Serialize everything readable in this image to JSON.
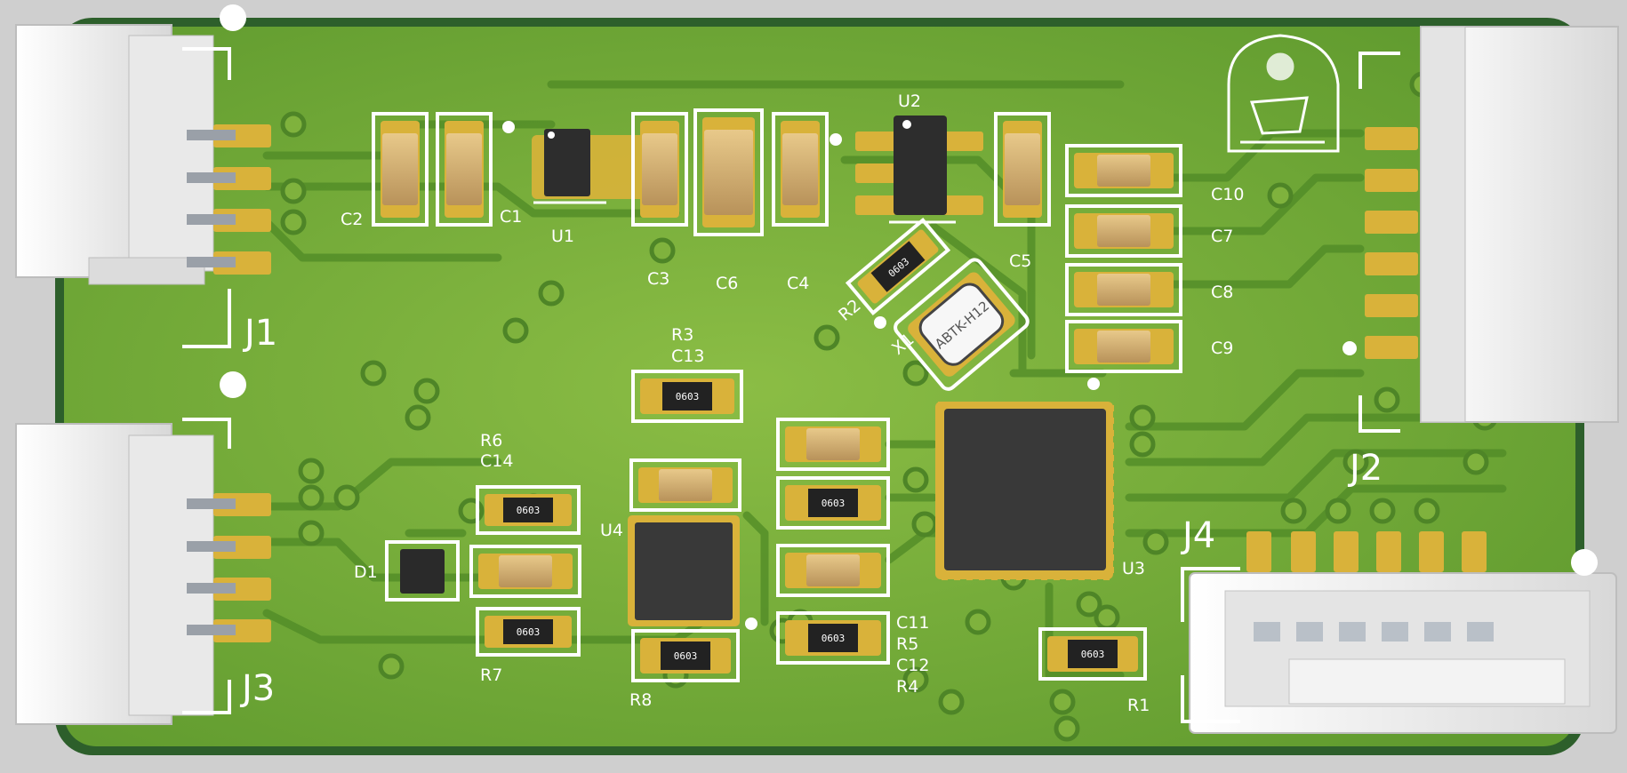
{
  "board": {
    "colors": {
      "background": "#cfcfcf",
      "board_dark": "#2c5e2a",
      "board_fill": "#6fa436",
      "copper_pour": "#79ad3b",
      "trace": "#5a8f2c",
      "pad_gold": "#d9b23a",
      "silkscreen": "#ffffff",
      "ic_body": "#3a3a3a",
      "connector_white": "#eeeeee"
    },
    "connectors": {
      "J1": "J1",
      "J2": "J2",
      "J3": "J3",
      "J4": "J4"
    },
    "ics": {
      "U1": "U1",
      "U2": "U2",
      "U3": "U3",
      "U4": "U4",
      "D1": "D1",
      "X1": "X1",
      "crystal_marking": "ABTK-H12"
    },
    "capacitors": {
      "C1": "C1",
      "C2": "C2",
      "C3": "C3",
      "C4": "C4",
      "C5": "C5",
      "C6": "C6",
      "C7": "C7",
      "C8": "C8",
      "C9": "C9",
      "C10": "C10",
      "C11": "C11",
      "C12": "C12",
      "C13": "C13",
      "C14": "C14"
    },
    "resistors": {
      "R1": "R1",
      "R2": "R2",
      "R3": "R3",
      "R4": "R4",
      "R5": "R5",
      "R6": "R6",
      "R7": "R7",
      "R8": "R8"
    },
    "resistor_marking": "0603"
  }
}
